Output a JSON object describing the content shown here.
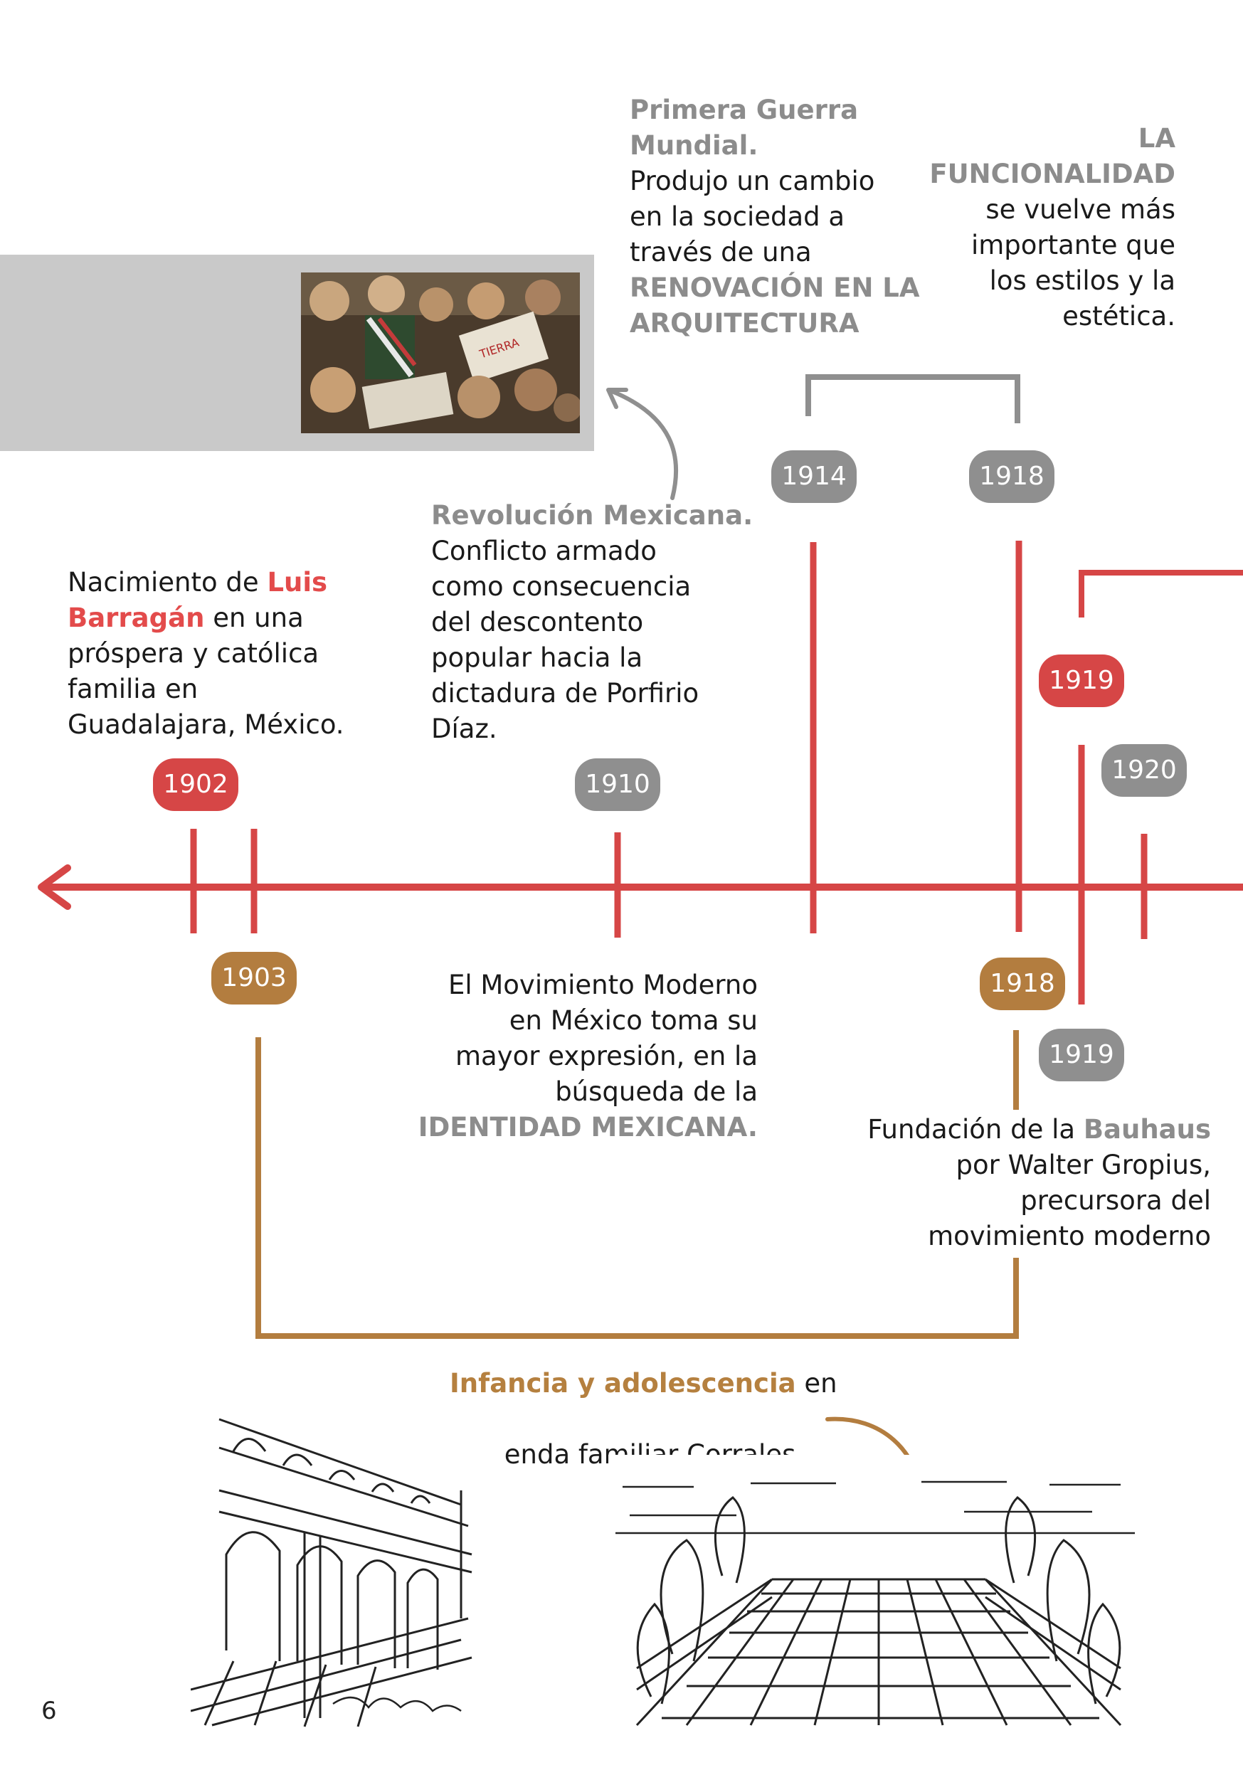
{
  "years": {
    "y1902": "1902",
    "y1903": "1903",
    "y1910": "1910",
    "y1914": "1914",
    "y1918_top": "1918",
    "y1918_bottom": "1918",
    "y1919_top": "1919",
    "y1919_bottom": "1919",
    "y1920": "1920"
  },
  "ww1": {
    "title_line1": "Primera Guerra",
    "title_line2": "Mundial.",
    "body_line1": "Produjo un cambio",
    "body_line2": "en la sociedad a",
    "body_line3": "través de una",
    "highlight_line1": "RENOVACIÓN EN LA",
    "highlight_line2": "ARQUITECTURA"
  },
  "funcionalidad": {
    "highlight_line1": "LA",
    "highlight_line2": "FUNCIONALIDAD",
    "body_line1": "se vuelve más",
    "body_line2": "importante que",
    "body_line3": "los estilos y la",
    "body_line4": "estética."
  },
  "revolucion": {
    "title": "Revolución Mexicana.",
    "line1": "Conflicto armado",
    "line2": "como consecuencia",
    "line3": "del descontento",
    "line4": "popular hacia la",
    "line5": "dictadura de Porfirio",
    "line6": "Díaz."
  },
  "nacimiento": {
    "line1_prefix": "Nacimiento de ",
    "name_part1": "Luis",
    "name_part2": "Barragán",
    "line2_suffix": " en una",
    "line3": "próspera y católica",
    "line4": "familia en",
    "line5": "Guadalajara, México."
  },
  "movimiento": {
    "line1": "El Movimiento Moderno",
    "line2": "en México toma su",
    "line3": "mayor expresión, en la",
    "line4": "búsqueda de la",
    "highlight": "IDENTIDAD MEXICANA."
  },
  "bauhaus": {
    "line1_prefix": "Fundación de la ",
    "name": "Bauhaus",
    "line2": "por Walter Gropius,",
    "line3": "precursora del",
    "line4": "movimiento moderno"
  },
  "infancia": {
    "highlight": "Infancia y adolescencia",
    "suffix": " en la",
    "line2": "hacienda familiar Corrales."
  },
  "page_number": "6",
  "colors": {
    "timeline_red": "#d64646",
    "gray": "#8f8f8f",
    "brown": "#b37d3f"
  }
}
